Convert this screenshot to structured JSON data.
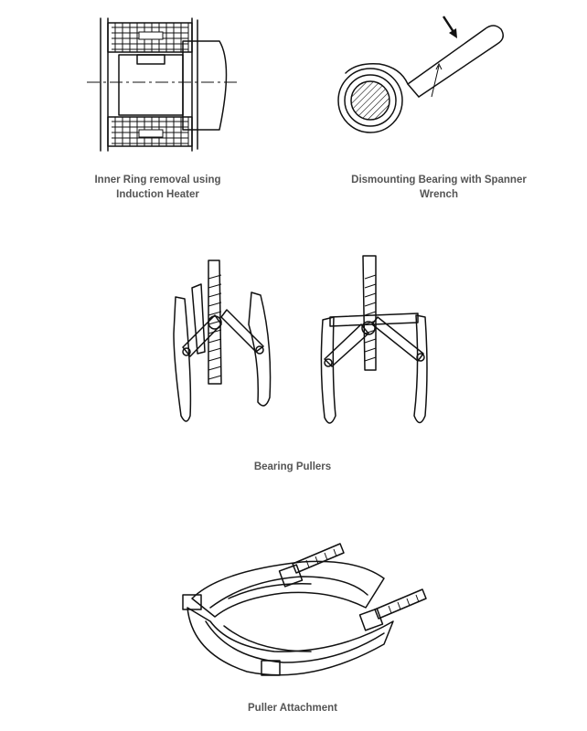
{
  "captions": {
    "induction": "Inner Ring removal using\nInduction Heater",
    "spanner": "Dismounting Bearing with Spanner\nWrench",
    "pullers": "Bearing Pullers",
    "attachment": "Puller Attachment"
  },
  "icons": {
    "induction": "induction-heater-illustration",
    "spanner": "spanner-wrench-illustration",
    "puller_three_jaw": "three-jaw-puller-illustration",
    "puller_two_jaw": "two-jaw-puller-illustration",
    "attachment": "puller-attachment-illustration"
  }
}
